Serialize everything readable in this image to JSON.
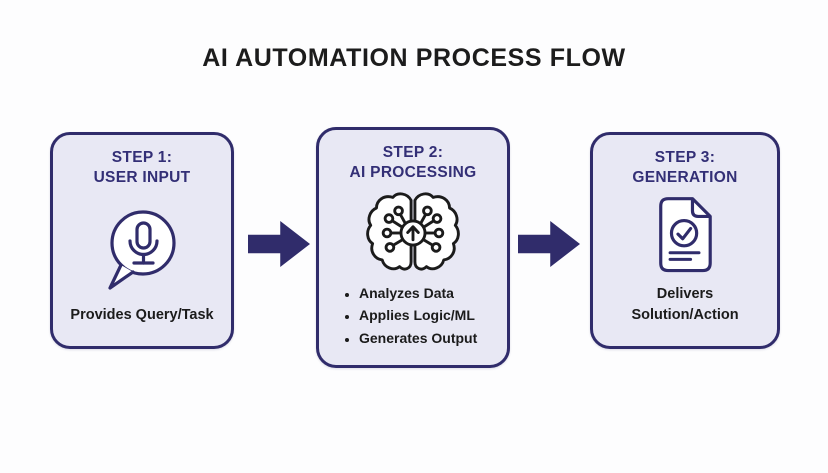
{
  "title": "AI AUTOMATION PROCESS FLOW",
  "colors": {
    "accent_indigo": "#302c6b",
    "header_text": "#332f76",
    "card_background": "#e8e8f4",
    "body_text": "#1b1b1b",
    "title_text": "#1c1c1c",
    "page_background": "#fdfdfe"
  },
  "steps": [
    {
      "header_line1": "STEP 1:",
      "header_line2": "USER INPUT",
      "icon": "microphone-speech-bubble-icon",
      "description": "Provides Query/Task"
    },
    {
      "header_line1": "STEP 2:",
      "header_line2": "AI PROCESSING",
      "icon": "ai-brain-circuit-icon",
      "bullets": [
        "Analyzes Data",
        "Applies Logic/ML",
        "Generates Output"
      ]
    },
    {
      "header_line1": "STEP 3:",
      "header_line2": "GENERATION",
      "icon": "document-check-icon",
      "description_line1": "Delivers",
      "description_line2": "Solution/Action"
    }
  ],
  "connectors": [
    {
      "type": "arrow-right"
    },
    {
      "type": "arrow-right"
    }
  ]
}
